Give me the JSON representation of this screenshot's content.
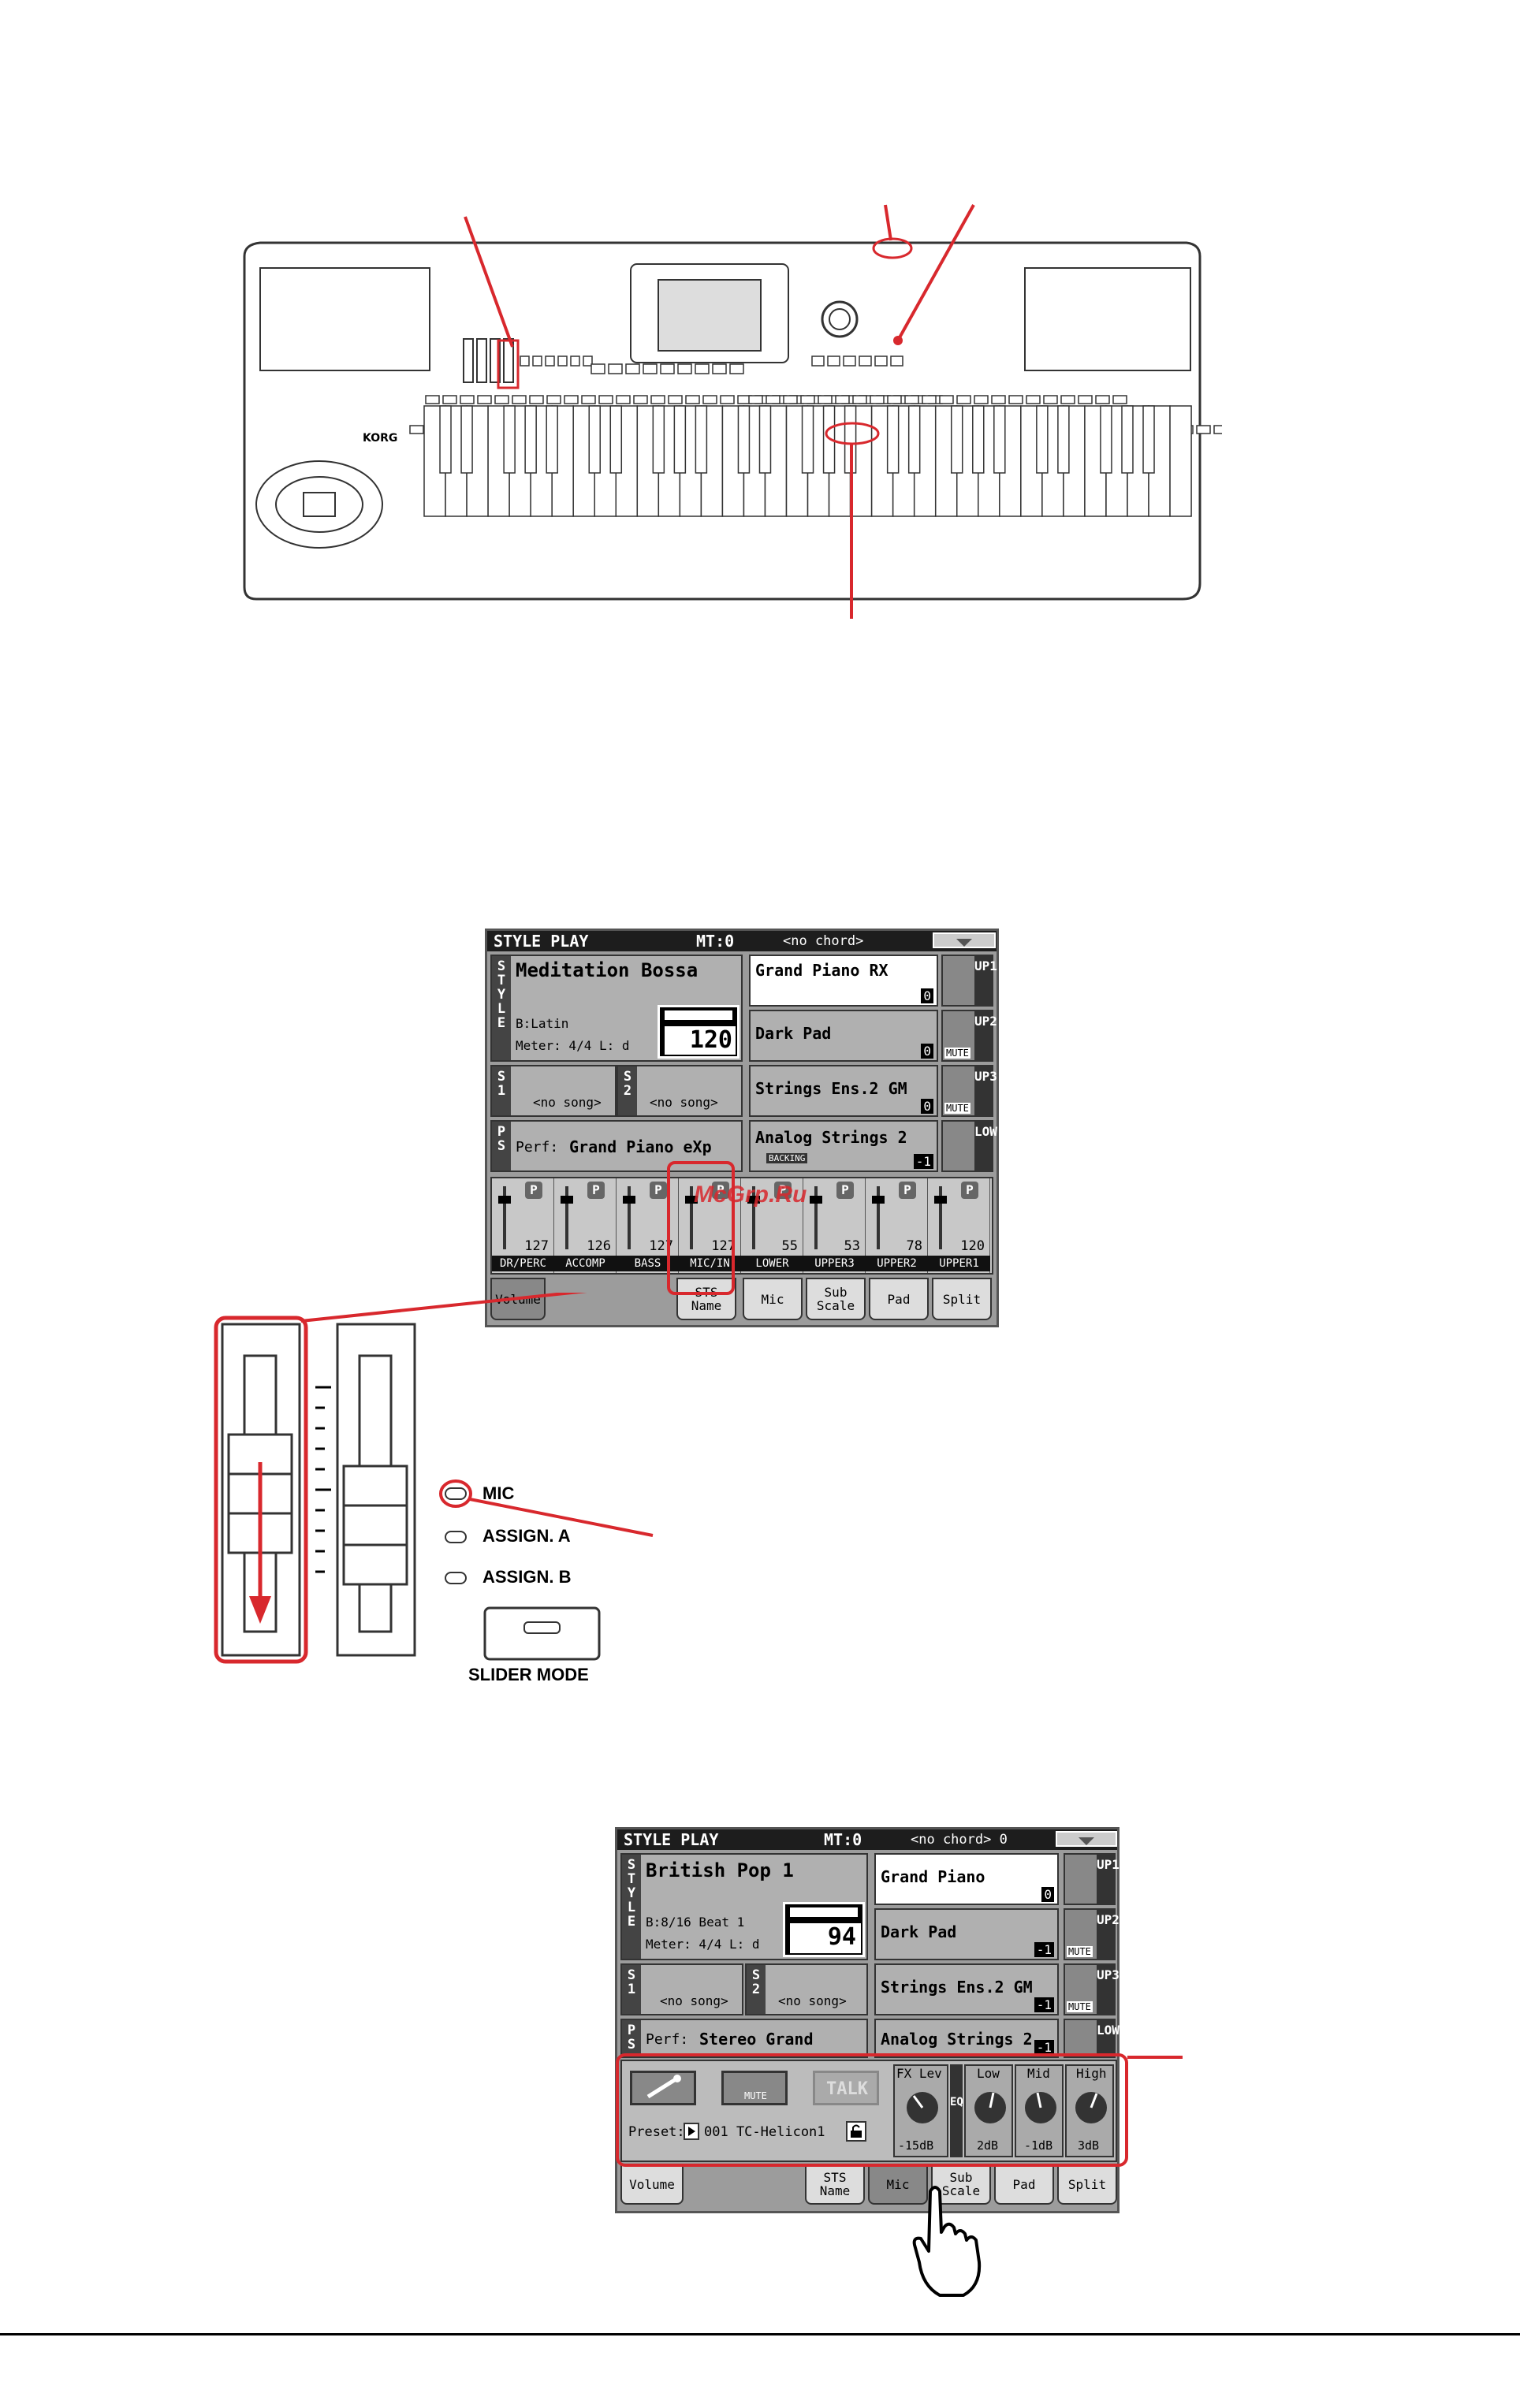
{
  "screen1": {
    "title": "STYLE PLAY",
    "mt": "MT:0",
    "chord": "<no chord>",
    "style_name": "Meditation Bossa",
    "style_bank": "B:Latin",
    "meter": "Meter: 4/4  L: d",
    "tempo": "120",
    "s1_song": "<no song>",
    "s2_song": "<no song>",
    "perf_label": "Perf:",
    "perf_name": "Grand Piano eXp",
    "tracks": [
      {
        "name": "Grand Piano RX",
        "tag": "UP1",
        "oct": "0"
      },
      {
        "name": "Dark Pad",
        "tag": "UP2",
        "oct": "0"
      },
      {
        "name": "Strings Ens.2 GM",
        "tag": "UP3",
        "oct": "0"
      },
      {
        "name": "Analog Strings 2",
        "tag": "LOW",
        "oct": "-1",
        "sub": "BACKING"
      }
    ],
    "mixer_values": [
      "127",
      "126",
      "127",
      "127",
      "55",
      "53",
      "78",
      "120"
    ],
    "mixer_labels": [
      "DR/PERC",
      "ACCOMP",
      "BASS",
      "MIC/IN",
      "LOWER",
      "UPPER3",
      "UPPER2",
      "UPPER1"
    ],
    "tabs": [
      "Volume",
      "STS Name",
      "Mic",
      "Sub Scale",
      "Pad",
      "Split"
    ],
    "mute": "MUTE",
    "watermark": "McGrp.Ru"
  },
  "slider_panel": {
    "leds": [
      "MIC",
      "ASSIGN. A",
      "ASSIGN. B"
    ],
    "button": "SLIDER MODE"
  },
  "screen2": {
    "title": "STYLE PLAY",
    "mt": "MT:0",
    "chord": "<no chord> 0",
    "style_name": "British Pop 1",
    "style_bank": "B:8/16 Beat 1",
    "meter": "Meter: 4/4  L: d",
    "tempo": "94",
    "s1_song": "<no song>",
    "s2_song": "<no song>",
    "perf_label": "Perf:",
    "perf_name": "Stereo Grand",
    "tracks": [
      {
        "name": "Grand Piano",
        "tag": "UP1",
        "oct": "0"
      },
      {
        "name": "Dark Pad",
        "tag": "UP2",
        "oct": "-1"
      },
      {
        "name": "Strings Ens.2 GM",
        "tag": "UP3",
        "oct": "-1"
      },
      {
        "name": "Analog Strings 2",
        "tag": "LOW",
        "oct": "-1"
      }
    ],
    "mic_buttons": [
      "MUTE",
      "TALK"
    ],
    "preset_label": "Preset:",
    "preset_value": "001 TC-Helicon1",
    "knob_headers": [
      "FX Lev",
      "Low",
      "Mid",
      "High"
    ],
    "knob_values": [
      "-15dB",
      "2dB",
      "-1dB",
      "3dB"
    ],
    "eq": "EQ",
    "tabs": [
      "Volume",
      "STS Name",
      "Mic",
      "Sub Scale",
      "Pad",
      "Split"
    ],
    "mute": "MUTE"
  },
  "colors": {
    "accent_red": "#d8282d",
    "lcd_bg": "#9c9c9c",
    "panel_bg": "#b0b0b0"
  }
}
